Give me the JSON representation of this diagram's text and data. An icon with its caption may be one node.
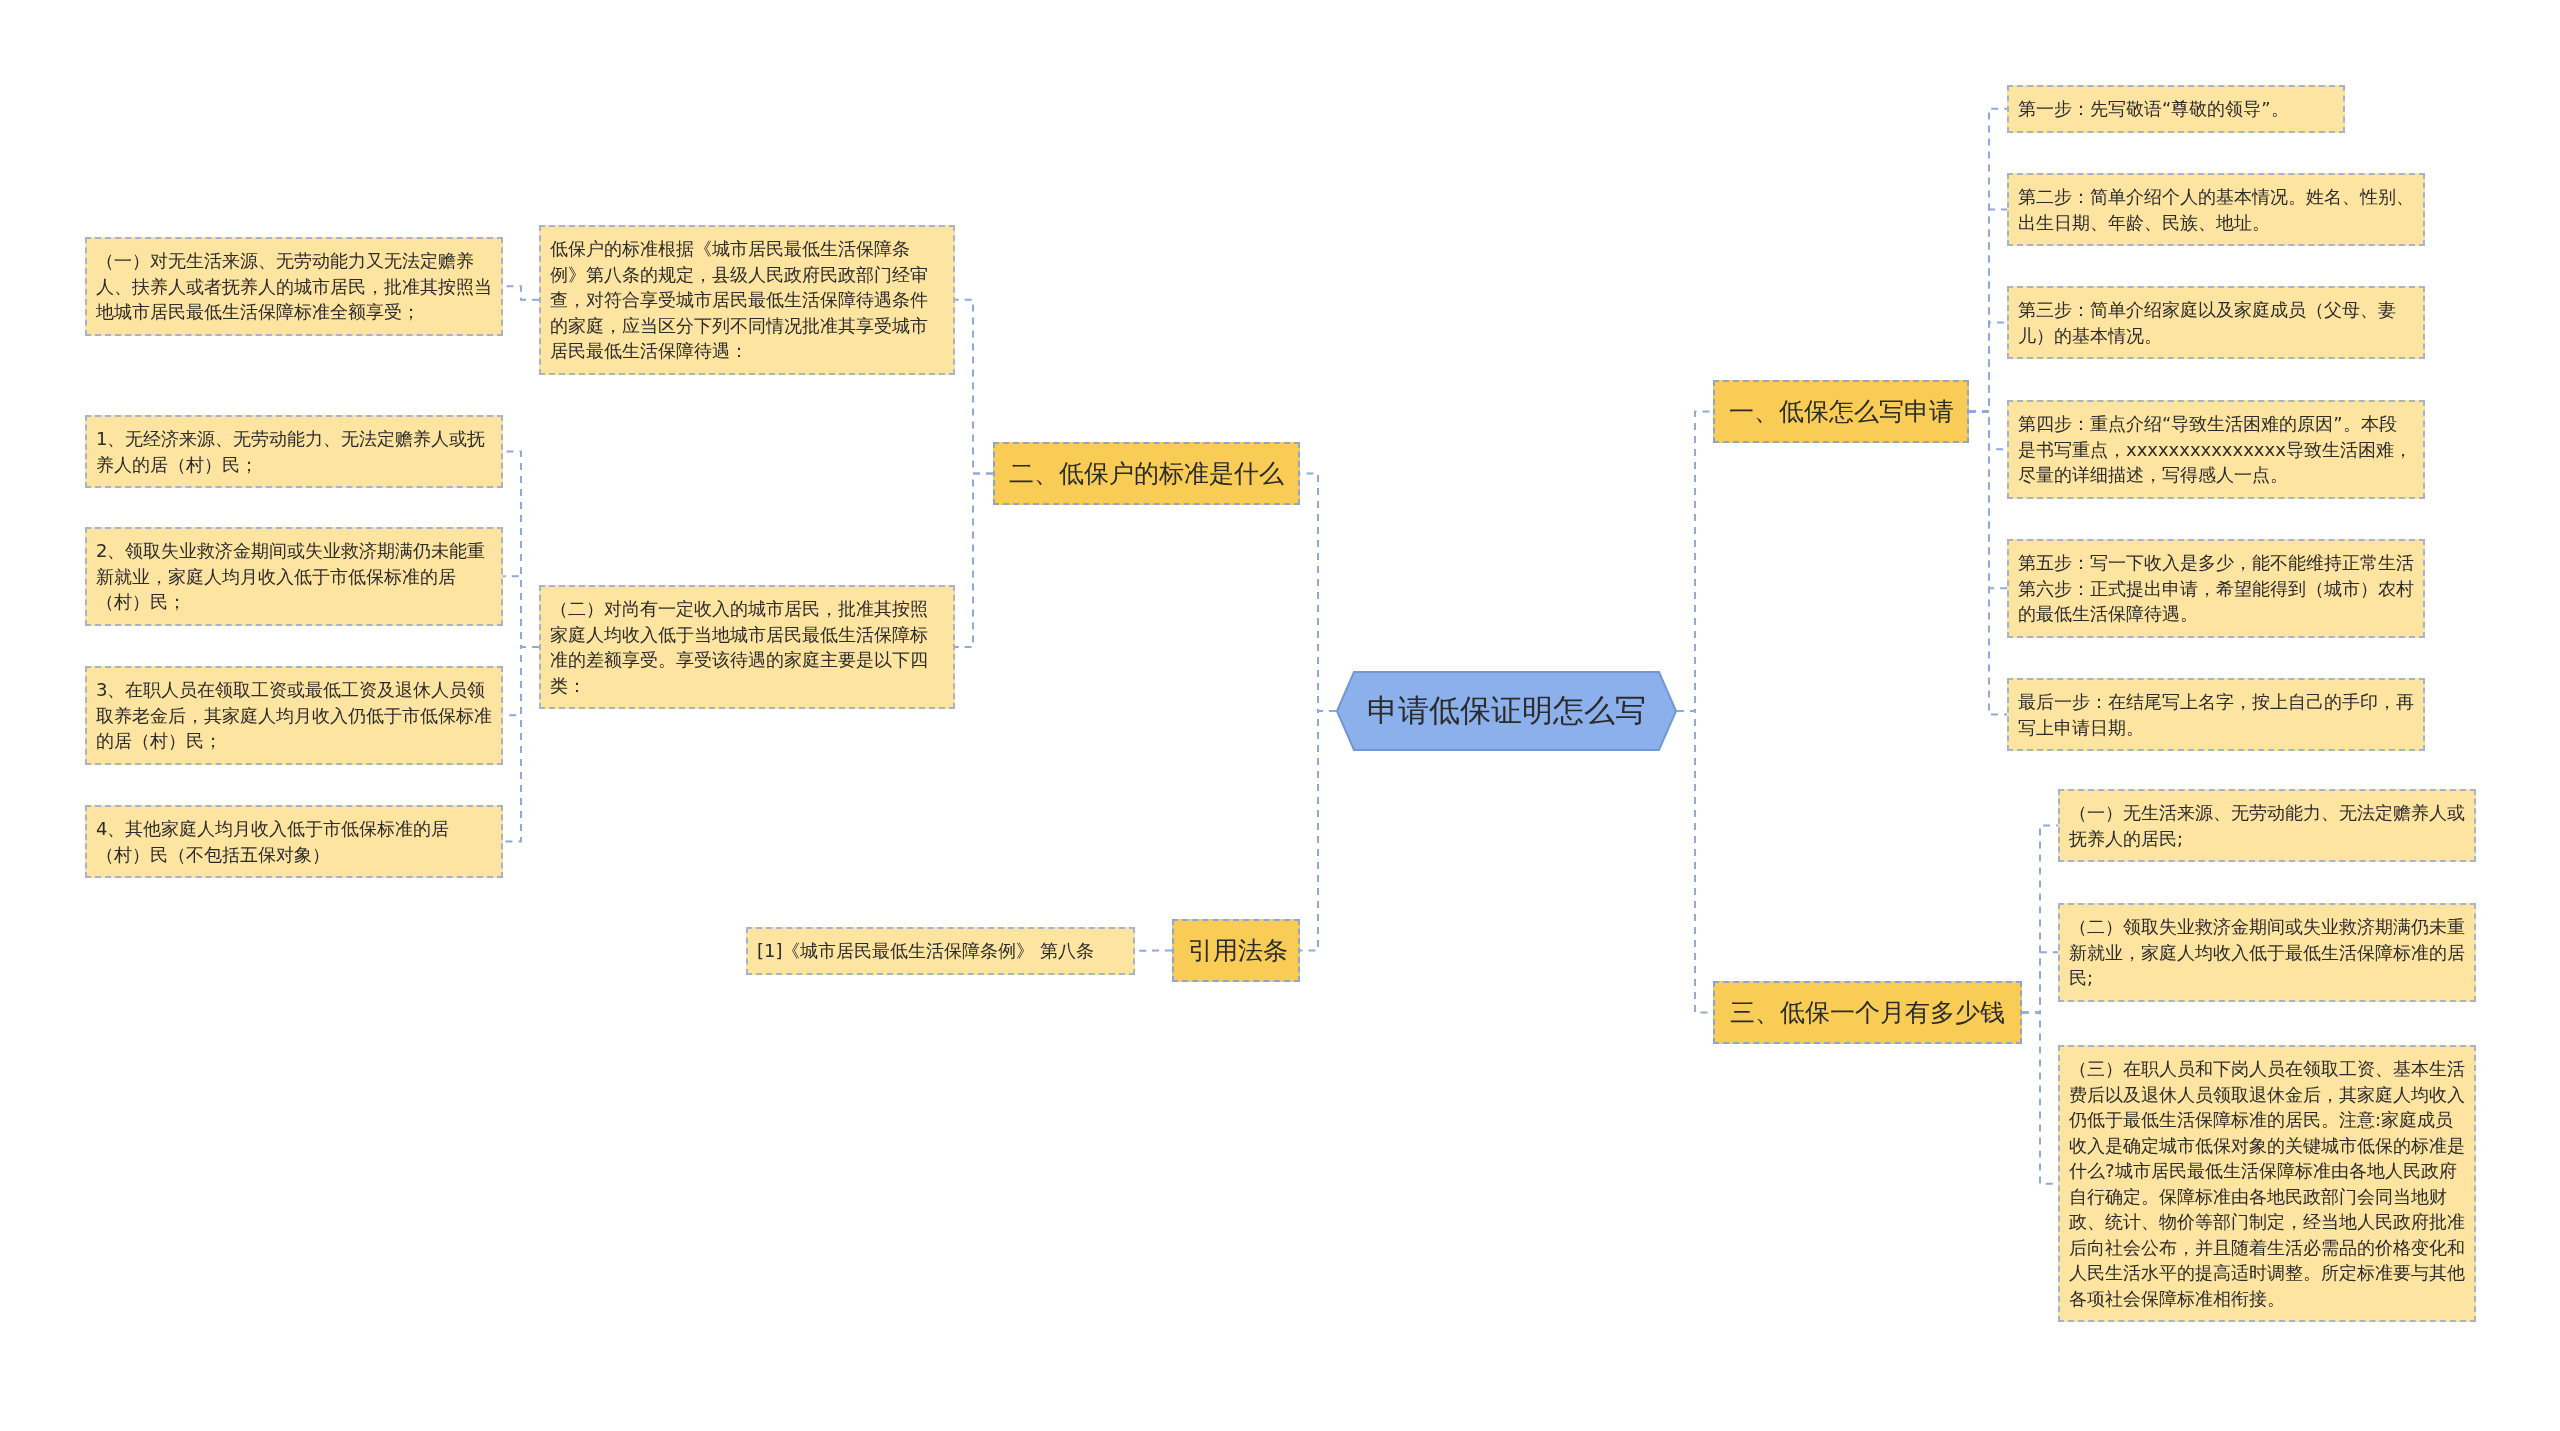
{
  "diagram": {
    "nodes": [
      {
        "text": [
          "申请低保证明怎么写"
        ]
      },
      {
        "text": [
          "二、低保户的标准是什么"
        ]
      },
      {
        "text": [
          "低保户的标准根据《城市居民最低生活保障条例》第八条的规定，县级人民政府民政部门经审查，对符合享受城市居民最低生活保障待遇条件的家庭，应当区分下列不同情况批准其享受城市居民最低生活保障待遇："
        ]
      },
      {
        "text": [
          "（一）对无生活来源、无劳动能力又无法定赡养人、扶养人或者抚养人的城市居民，批准其按照当地城市居民最低生活保障标准全额享受；"
        ]
      },
      {
        "text": [
          "（二）对尚有一定收入的城市居民，批准其按照家庭人均收入低于当地城市居民最低生活保障标准的差额享受。享受该待遇的家庭主要是以下四类："
        ]
      },
      {
        "text": [
          "1、无经济来源、无劳动能力、无法定赡养人或抚养人的居（村）民；"
        ]
      },
      {
        "text": [
          "2、领取失业救济金期间或失业救济期满仍未能重新就业，家庭人均月收入低于市低保标准的居（村）民；"
        ]
      },
      {
        "text": [
          "3、在职人员在领取工资或最低工资及退休人员领取养老金后，其家庭人均月收入仍低于市低保标准的居（村）民；"
        ]
      },
      {
        "text": [
          "4、其他家庭人均月收入低于市低保标准的居（村）民（不包括五保对象）"
        ]
      },
      {
        "text": [
          "引用法条"
        ]
      },
      {
        "text": [
          "[1]《城市居民最低生活保障条例》 第八条"
        ]
      },
      {
        "text": [
          "一、低保怎么写申请"
        ]
      },
      {
        "text": [
          "第一步：先写敬语“尊敬的领导”。"
        ]
      },
      {
        "text": [
          "第二步：简单介绍个人的基本情况。姓名、性别、出生日期、年龄、民族、地址。"
        ]
      },
      {
        "text": [
          "第三步：简单介绍家庭以及家庭成员（父母、妻儿）的基本情况。"
        ]
      },
      {
        "text": [
          "第四步：重点介绍“导致生活困难的原因”。本段是书写重点，xxxxxxxxxxxxxxx导致生活困难，尽量的详细描述，写得感人一点。"
        ]
      },
      {
        "text": [
          "第五步：写一下收入是多少，能不能维持正常生活第六步：正式提出申请，希望能得到（城市）农村的最低生活保障待遇。"
        ]
      },
      {
        "text": [
          "最后一步：在结尾写上名字，按上自己的手印，再写上申请日期。"
        ]
      },
      {
        "text": [
          "三、低保一个月有多少钱"
        ]
      },
      {
        "text": [
          "（一）无生活来源、无劳动能力、无法定赡养人或抚养人的居民;"
        ]
      },
      {
        "text": [
          "（二）领取失业救济金期间或失业救济期满仍未重新就业，家庭人均收入低于最低生活保障标准的居民;"
        ]
      },
      {
        "text": [
          "（三）在职人员和下岗人员在领取工资、基本生活费后以及退休人员领取退休金后，其家庭人均收入仍低于最低生活保障标准的居民。注意:家庭成员收入是确定城市低保对象的关键城市低保的标准是什么?城市居民最低生活保障标准由各地人民政府自行确定。保障标准由各地民政部门会同当地财政、统计、物价等部门制定，经当地人民政府批准后向社会公布，并且随着生活必需品的价格变化和人民生活水平的提高适时调整。所定标准要与其他各项社会保障标准相衔接。"
        ]
      }
    ],
    "edges": [
      {
        "from": 0,
        "to": 1,
        "arrow": "none"
      },
      {
        "from": 1,
        "to": 2,
        "arrow": "none"
      },
      {
        "from": 2,
        "to": 3,
        "arrow": "none"
      },
      {
        "from": 1,
        "to": 4,
        "arrow": "none"
      },
      {
        "from": 4,
        "to": 5,
        "arrow": "none"
      },
      {
        "from": 4,
        "to": 6,
        "arrow": "none"
      },
      {
        "from": 4,
        "to": 7,
        "arrow": "none"
      },
      {
        "from": 4,
        "to": 8,
        "arrow": "none"
      },
      {
        "from": 0,
        "to": 9,
        "arrow": "none"
      },
      {
        "from": 9,
        "to": 10,
        "arrow": "none"
      },
      {
        "from": 0,
        "to": 11,
        "arrow": "none"
      },
      {
        "from": 11,
        "to": 12,
        "arrow": "none"
      },
      {
        "from": 11,
        "to": 13,
        "arrow": "none"
      },
      {
        "from": 11,
        "to": 14,
        "arrow": "none"
      },
      {
        "from": 11,
        "to": 15,
        "arrow": "none"
      },
      {
        "from": 11,
        "to": 16,
        "arrow": "none"
      },
      {
        "from": 11,
        "to": 17,
        "arrow": "none"
      },
      {
        "from": 0,
        "to": 18,
        "arrow": "none"
      },
      {
        "from": 18,
        "to": 19,
        "arrow": "none"
      },
      {
        "from": 18,
        "to": 20,
        "arrow": "none"
      },
      {
        "from": 18,
        "to": 21,
        "arrow": "none"
      }
    ]
  }
}
